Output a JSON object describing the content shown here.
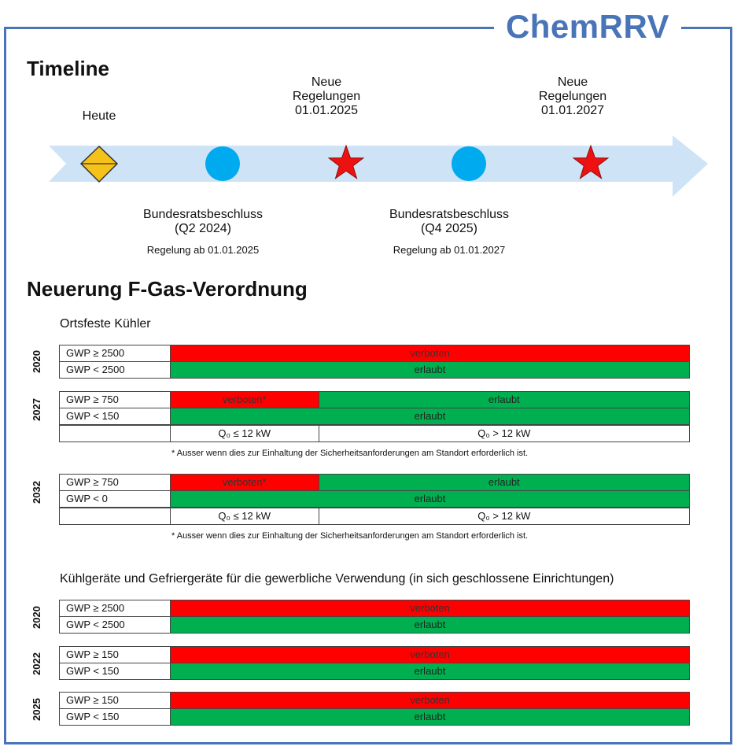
{
  "brand": "ChemRRV",
  "timeline": {
    "title": "Timeline",
    "today": "Heute",
    "events_top": [
      {
        "line1": "Neue",
        "line2": "Regelungen",
        "line3": "01.01.2025"
      },
      {
        "line1": "Neue",
        "line2": "Regelungen",
        "line3": "01.01.2027"
      }
    ],
    "events_bottom": [
      {
        "line1": "Bundesratsbeschluss",
        "line2": "(Q2 2024)",
        "sub": "Regelung ab 01.01.2025"
      },
      {
        "line1": "Bundesratsbeschluss",
        "line2": "(Q4 2025)",
        "sub": "Regelung ab 01.01.2027"
      }
    ],
    "colors": {
      "arrow": "#cfe3f6",
      "circle": "#00aaee",
      "star": "#ee1111",
      "diamond": "#f5c21a"
    }
  },
  "fgas": {
    "title": "Neuerung F-Gas-Verordnung",
    "section1": {
      "title": "Ortsfeste Kühler",
      "blocks": [
        {
          "year": "2020",
          "rows": [
            {
              "label": "GWP ≥ 2500",
              "cells": [
                "verboten"
              ]
            },
            {
              "label": "GWP < 2500",
              "cells": [
                "erlaubt"
              ]
            }
          ]
        },
        {
          "year": "2027",
          "rows": [
            {
              "label": "GWP ≥ 750",
              "cells": [
                "verboten*",
                "erlaubt"
              ]
            },
            {
              "label": "GWP < 150",
              "cells": [
                "erlaubt"
              ]
            },
            {
              "label": "",
              "cells": [
                "Q₀ ≤ 12 kW",
                "Q₀ > 12 kW"
              ]
            }
          ],
          "footnote": "* Ausser wenn dies zur Einhaltung der Sicherheitsanforderungen am Standort erforderlich ist."
        },
        {
          "year": "2032",
          "rows": [
            {
              "label": "GWP ≥ 750",
              "cells": [
                "verboten*",
                "erlaubt"
              ]
            },
            {
              "label": "GWP < 0",
              "cells": [
                "erlaubt"
              ]
            },
            {
              "label": "",
              "cells": [
                "Q₀ ≤ 12 kW",
                "Q₀ > 12 kW"
              ]
            }
          ],
          "footnote": "* Ausser wenn dies zur Einhaltung der Sicherheitsanforderungen am Standort erforderlich ist."
        }
      ]
    },
    "section2": {
      "title": "Kühlgeräte und Gefriergeräte für die gewerbliche Verwendung (in sich geschlossene Einrichtungen)",
      "blocks": [
        {
          "year": "2020",
          "rows": [
            {
              "label": "GWP ≥ 2500",
              "cells": [
                "verboten"
              ]
            },
            {
              "label": "GWP < 2500",
              "cells": [
                "erlaubt"
              ]
            }
          ]
        },
        {
          "year": "2022",
          "rows": [
            {
              "label": "GWP ≥ 150",
              "cells": [
                "verboten"
              ]
            },
            {
              "label": "GWP < 150",
              "cells": [
                "erlaubt"
              ]
            }
          ]
        },
        {
          "year": "2025",
          "rows": [
            {
              "label": "GWP ≥ 150",
              "cells": [
                "verboten"
              ]
            },
            {
              "label": "GWP < 150",
              "cells": [
                "erlaubt"
              ]
            }
          ]
        }
      ]
    },
    "colors": {
      "forbidden": "#ff0000",
      "allowed": "#00b050"
    }
  }
}
